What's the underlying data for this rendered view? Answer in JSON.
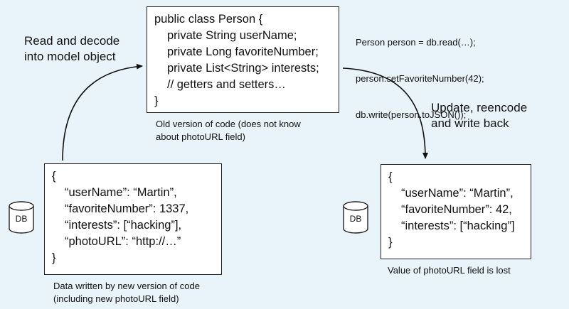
{
  "old_code": {
    "lines": [
      "public class Person {",
      "private String userName;",
      "private Long favoriteNumber;",
      "private List<String> interests;",
      "// getters and setters…",
      "}"
    ],
    "caption_lines": [
      "Old version of code (does not know",
      "about photoURL field)"
    ]
  },
  "snippet": {
    "lines": [
      "Person person = db.read(…);",
      "person.setFavoriteNumber(42);",
      "db.write(person.toJSON());"
    ]
  },
  "read_label": [
    "Read and decode",
    "into model object"
  ],
  "update_label": [
    "Update, reencode",
    "and write back"
  ],
  "left_record": {
    "lines": [
      "{",
      "“userName”: “Martin”,",
      "“favoriteNumber”: 1337,",
      "“interests”: [“hacking”],",
      "“photoURL”: “http://…”",
      "}"
    ],
    "caption_lines": [
      "Data written by new version of code",
      "(including new photoURL field)"
    ]
  },
  "right_record": {
    "lines": [
      "{",
      "“userName”: “Martin”,",
      "“favoriteNumber”: 42,",
      "“interests”: [“hacking”]",
      "}"
    ],
    "caption": "Value of photoURL field is lost"
  },
  "db_label": "DB"
}
